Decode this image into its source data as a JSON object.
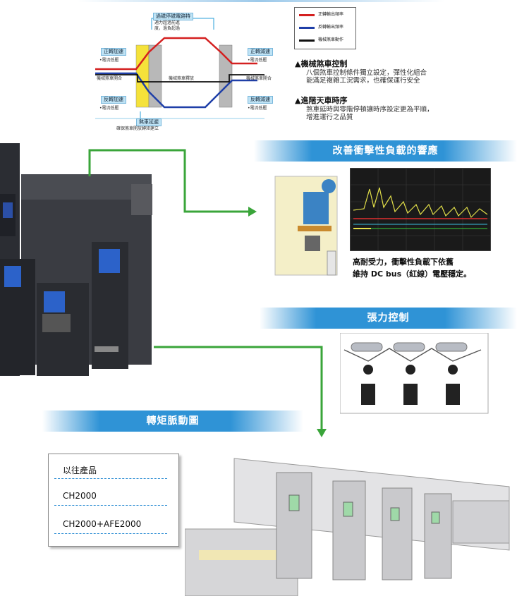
{
  "diagram": {
    "top_label_1": "過磁停磁電路特",
    "top_label_2": "適力超過前進",
    "top_label_3": "度，過負超過",
    "left_upper_tag": "正轉加速",
    "left_upper_sub": "•電流低壓",
    "right_upper_tag": "正轉減速",
    "right_upper_sub": "•電流低壓",
    "left_mid": "機械煞車開合",
    "center_mid": "機械煞車釋放",
    "right_mid": "機械煞車開合",
    "left_lower_tag": "反轉加速",
    "left_lower_sub": "•電流低壓",
    "right_lower_tag": "反轉減速",
    "right_lower_sub": "•電流低壓",
    "bottom_tag": "煞車延遲",
    "bottom_sub": "確保煞車開放轉矩建立"
  },
  "legend": {
    "items": [
      {
        "label": "正轉輸出頻率",
        "color": "#d42020"
      },
      {
        "label": "反轉輸出頻率",
        "color": "#1f3fa8"
      },
      {
        "label": "機械煞車動作",
        "color": "#111111"
      }
    ]
  },
  "features": [
    {
      "title": "▲機械煞車控制",
      "lines": [
        "八個煞車控制條件獨立設定，彈性化組合",
        "能滿足複雜工況需求，也確保運行安全"
      ]
    },
    {
      "title": "▲進階天車時序",
      "lines": [
        "煞車延時與零階停頓讓時序設定更為平順，",
        "增進運行之品質"
      ]
    }
  ],
  "sections": {
    "impact_title": "改善衝擊性負載的響應",
    "impact_caption_1": "高耐受力，衝擊性負載下依舊",
    "impact_caption_2": "維持 DC bus（紅線）電壓穩定。",
    "tension_title": "張力控制",
    "torque_title": "轉矩脈動圖"
  },
  "comparison": {
    "items": [
      "以往產品",
      "CH2000",
      "CH2000+AFE2000"
    ]
  },
  "colors": {
    "banner": "#2f93d6",
    "arrow": "#3aa53a",
    "forward": "#d42020",
    "reverse": "#1f3fa8"
  }
}
